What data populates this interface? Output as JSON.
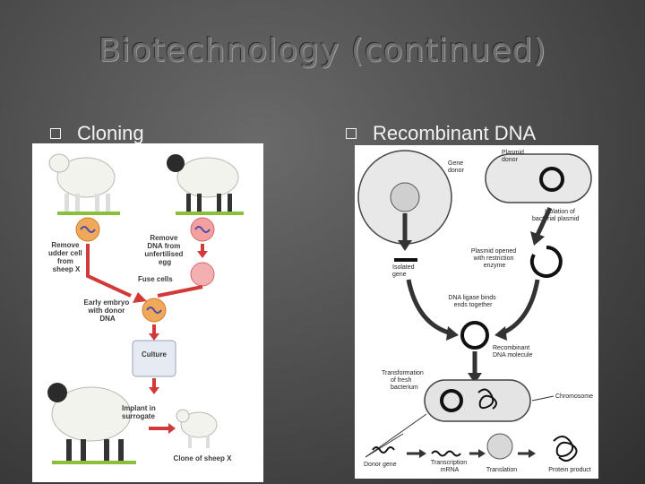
{
  "slide": {
    "title": "Biotechnology (continued)"
  },
  "left_bullet": {
    "text": "Cloning"
  },
  "right_bullet": {
    "text": "Recombinant DNA"
  },
  "cloning_diagram": {
    "remove_udder": [
      "Remove",
      "udder cell",
      "from",
      "sheep X"
    ],
    "remove_dna": [
      "Remove",
      "DNA from",
      "unfertilised",
      "egg"
    ],
    "fuse": "Fuse cells",
    "embryo": [
      "Early embryo",
      "with donor",
      "DNA"
    ],
    "culture": "Culture",
    "implant": [
      "Implant in",
      "surrogate"
    ],
    "clone": "Clone of sheep X"
  },
  "recombinant_diagram": {
    "gene_donor": [
      "Gene",
      "donor"
    ],
    "plasmid_donor": [
      "Plasmid",
      "donor"
    ],
    "isolation_plasmid": [
      "Isolation of",
      "bacterial plasmid"
    ],
    "isolated_gene": [
      "Isolated",
      "gene"
    ],
    "plasmid_opened": [
      "Plasmid opened",
      "with restriction",
      "enzyme"
    ],
    "ligase": [
      "DNA ligase binds",
      "ends together"
    ],
    "recombinant_molecule": [
      "Recombinant",
      "DNA molecule"
    ],
    "transformation": [
      "Transformation",
      "of fresh",
      "bacterium"
    ],
    "chromosome": "Chromosome",
    "donor_gene": "Donor gene",
    "transcription": [
      "Transcription",
      "mRNA"
    ],
    "translation": "Translation",
    "protein": "Protein product"
  }
}
